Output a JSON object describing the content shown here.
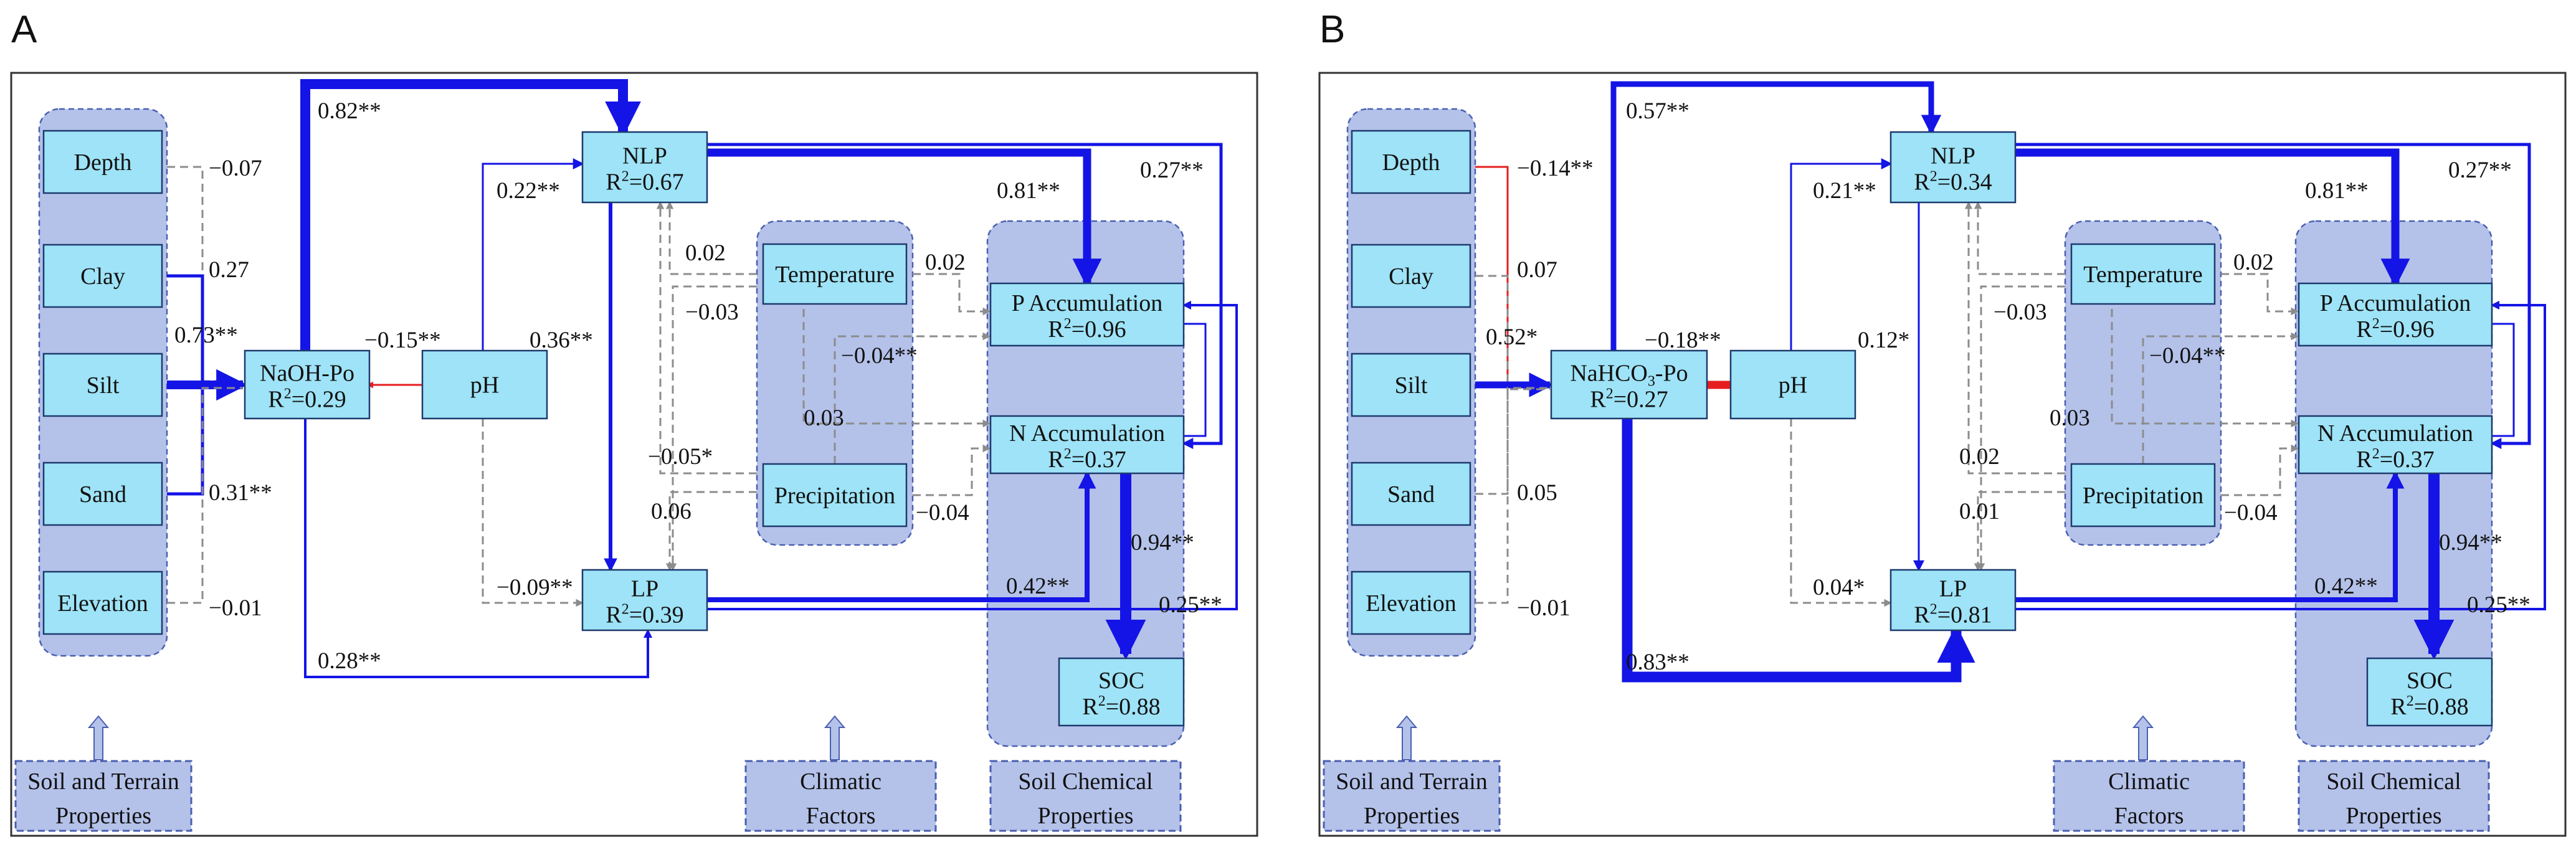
{
  "panels": [
    {
      "label": "A",
      "nodes": {
        "depth": "Depth",
        "clay": "Clay",
        "silt": "Silt",
        "sand": "Sand",
        "elevation": "Elevation",
        "po_name": "NaOH-Po",
        "po_r2": "0.29",
        "ph": "pH",
        "nlp_name": "NLP",
        "nlp_r2": "0.67",
        "lp_name": "LP",
        "lp_r2": "0.39",
        "temperature": "Temperature",
        "precipitation": "Precipitation",
        "pacc_name": "P Accumulation",
        "pacc_r2": "0.96",
        "nacc_name": "N Accumulation",
        "nacc_r2": "0.37",
        "soc_name": "SOC",
        "soc_r2": "0.88"
      },
      "groups": {
        "soil_line1": "Soil and Terrain",
        "soil_line2": "Properties",
        "climate_line1": "Climatic",
        "climate_line2": "Factors",
        "chem_line1": "Soil Chemical",
        "chem_line2": "Properties"
      },
      "coefficients": {
        "depth_po": "−0.07",
        "clay_po": "0.27",
        "silt_po": "0.73**",
        "sand_po": "0.31**",
        "elev_po": "−0.01",
        "po_nlp": "0.82**",
        "ph_po": "−0.15**",
        "ph_nlp": "0.22**",
        "nlp_lp": "0.36**",
        "po_lp": "0.28**",
        "ph_lp": "−0.09**",
        "nlp_pacc": "0.81**",
        "nlp_soc": "0.27**",
        "temp_nlp": "0.02",
        "temp_pacc": "0.02",
        "temp_lp": "−0.03",
        "precip_pacc": "−0.04**",
        "temp_nacc": "0.03",
        "precip_nlp": "−0.05*",
        "precip_lp": "0.06",
        "precip_nacc": "−0.04",
        "lp_nacc": "0.42**",
        "nacc_soc": "0.94**",
        "lp_soc": "0.25**"
      }
    },
    {
      "label": "B",
      "nodes": {
        "depth": "Depth",
        "clay": "Clay",
        "silt": "Silt",
        "sand": "Sand",
        "elevation": "Elevation",
        "po_name": "NaHCO",
        "po_sub": "3",
        "po_name_tail": "-Po",
        "po_r2": "0.27",
        "ph": "pH",
        "nlp_name": "NLP",
        "nlp_r2": "0.34",
        "lp_name": "LP",
        "lp_r2": "0.81",
        "temperature": "Temperature",
        "precipitation": "Precipitation",
        "pacc_name": "P Accumulation",
        "pacc_r2": "0.96",
        "nacc_name": "N Accumulation",
        "nacc_r2": "0.37",
        "soc_name": "SOC",
        "soc_r2": "0.88"
      },
      "groups": {
        "soil_line1": "Soil and Terrain",
        "soil_line2": "Properties",
        "climate_line1": "Climatic",
        "climate_line2": "Factors",
        "chem_line1": "Soil Chemical",
        "chem_line2": "Properties"
      },
      "coefficients": {
        "depth_po": "−0.14**",
        "clay_po": "0.07",
        "silt_po": "0.52*",
        "sand_po": "0.05",
        "elev_po": "−0.01",
        "po_nlp": "0.57**",
        "ph_po": "−0.18**",
        "ph_nlp": "0.21**",
        "nlp_lp": "0.12*",
        "po_lp": "0.83**",
        "ph_lp": "0.04*",
        "nlp_pacc": "0.81**",
        "nlp_soc": "0.27**",
        "temp_pacc": "0.02",
        "temp_lp": "−0.03",
        "precip_pacc": "−0.04**",
        "temp_nacc": "0.03",
        "precip_nlp": "0.02",
        "precip_lp": "0.01",
        "precip_nacc": "−0.04",
        "lp_nacc": "0.42**",
        "nacc_soc": "0.94**",
        "lp_soc": "0.25**"
      }
    }
  ],
  "r2_prefix": "R",
  "r2_sup": "2",
  "r2_eq": "=",
  "colors": {
    "positive_path": "#1414e6",
    "negative_path": "#e61e1e",
    "nonsignificant_path": "#8c8c8c",
    "node_fill": "#9ee3f7",
    "group_fill": "#b4c2ea",
    "group_border": "#4a5fb0"
  }
}
